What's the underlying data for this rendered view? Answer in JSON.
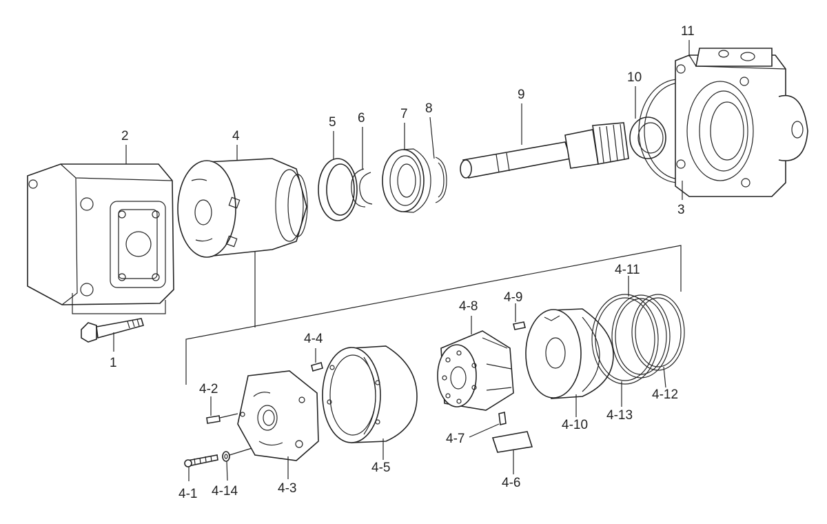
{
  "labels": {
    "p1": "1",
    "p2": "2",
    "p3": "3",
    "p4": "4",
    "p5": "5",
    "p6": "6",
    "p7": "7",
    "p8": "8",
    "p9": "9",
    "p10": "10",
    "p11": "11",
    "p4_1": "4-1",
    "p4_2": "4-2",
    "p4_3": "4-3",
    "p4_4": "4-4",
    "p4_5": "4-5",
    "p4_6": "4-6",
    "p4_7": "4-7",
    "p4_8": "4-8",
    "p4_9": "4-9",
    "p4_10": "4-10",
    "p4_11": "4-11",
    "p4_12": "4-12",
    "p4_13": "4-13",
    "p4_14": "4-14"
  }
}
